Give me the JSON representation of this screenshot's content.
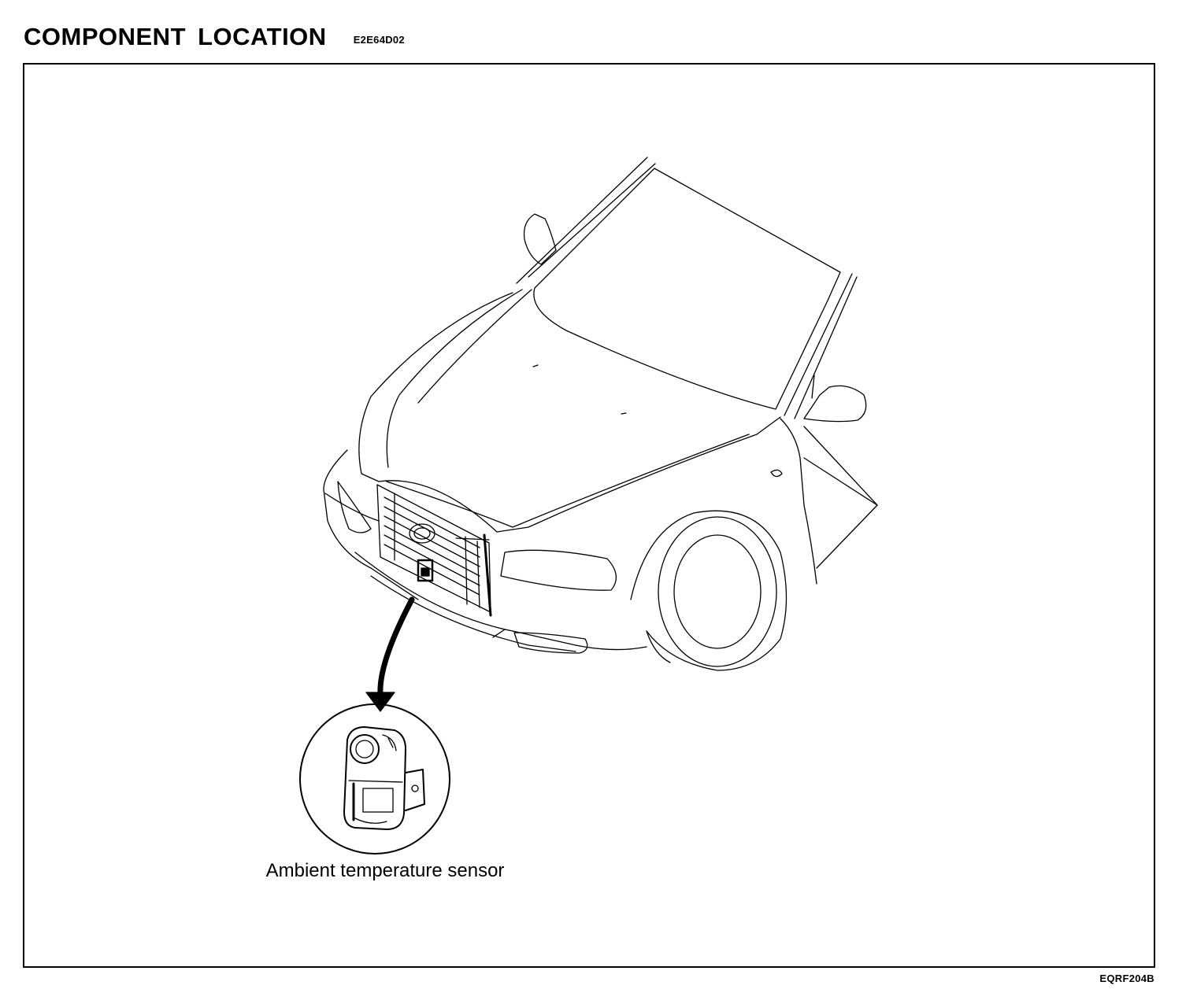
{
  "header": {
    "title": "COMPONENT  LOCATION",
    "code": "E2E64D02"
  },
  "diagram": {
    "callout_label": "Ambient temperature sensor",
    "figure_code": "EQRF204B"
  }
}
